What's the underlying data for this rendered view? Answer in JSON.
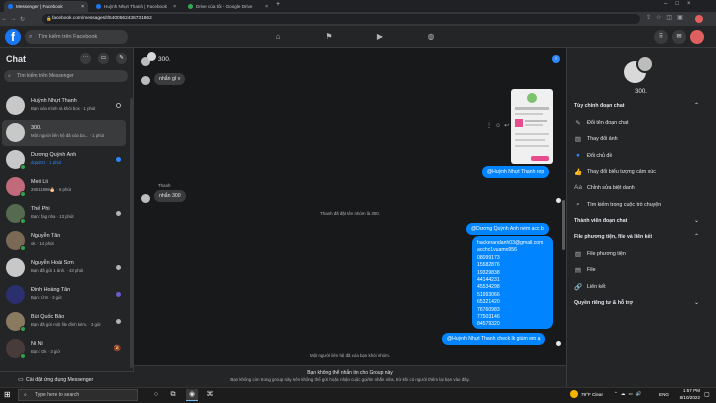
{
  "browser": {
    "tabs": [
      {
        "title": "Messenger | Facebook"
      },
      {
        "title": "Huỳnh Nhựt Thanh | Facebook"
      },
      {
        "title": "Drive của tôi - Google Drive"
      }
    ],
    "url": "facebook.com/messages/t/5400562436731862"
  },
  "fb": {
    "search_placeholder": "Tìm kiếm trên Facebook"
  },
  "sidebar": {
    "title": "Chat",
    "search_placeholder": "Tìm kiếm trên Messenger",
    "conversations": [
      {
        "name": "Huỳnh Nhựt Thanh",
        "preview": "Bạn xóa mình ra khỏi box · 1 phút"
      },
      {
        "name": "300.",
        "preview": "Một người liên hệ đã xóa ba... · 1 phút"
      },
      {
        "name": "Dương Quỳnh Anh",
        "preview": "dqa201 · 1 phút"
      },
      {
        "name": "Meii Lii",
        "preview": "29011998🎂 · 6 phút"
      },
      {
        "name": "Thế Phi",
        "preview": "Bạn: fag nha · 13 phút"
      },
      {
        "name": "Nguyễn Tân",
        "preview": "ok · 14 phút"
      },
      {
        "name": "Nguyễn Hoài Sơn",
        "preview": "Bạn đã gửi 1 ảnh. · 43 phút"
      },
      {
        "name": "Đinh Hoàng Tân",
        "preview": "Bạn: Ừm · 3 giờ"
      },
      {
        "name": "Bùi Quốc Bảo",
        "preview": "Bạn đã gửi một file đính kèm. · 3 giờ"
      },
      {
        "name": "Ni Ni",
        "preview": "Bạn: Ok · 3 giờ"
      }
    ],
    "install_label": "Cài đặt ứng dụng Messenger"
  },
  "chat": {
    "name": "300.",
    "messages": {
      "m1": "nhắn gì v",
      "m2": "@Huỳnh Nhựt Thanh rep",
      "sender_thanh": "Thanh",
      "m3": "nhắn 300",
      "sys_rename": "Thanh đã đặt tên nhóm là 300.",
      "m4": "@Dương Quỳnh Anh ném acc b",
      "list": [
        "hackerandanh03@gmail.com",
        "acchc1vuamo956",
        "08099173",
        "15582876",
        "19329838",
        "44144231",
        "45534298",
        "51993066",
        "65321420",
        "76760983",
        "77503146",
        "84579320"
      ],
      "m5": "@Huỳnh Nhựt Thanh check lk giùm em ạ",
      "sys_removed": "Một người liên hệ đã xóa bạn khỏi nhóm."
    },
    "notice_title": "Bạn không thể nhắn tin cho Group này",
    "notice_body": "Bạn không còn trong group này nên không thể gửi hoặc nhận cuộc gọi/tin nhắn nữa, trừ khi có người thêm lại bạn vào đây."
  },
  "panel": {
    "name": "300.",
    "section_customize": "Tùy chỉnh đoạn chat",
    "customize": [
      {
        "label": "Đổi tên đoạn chat",
        "icon": "pencil-icon"
      },
      {
        "label": "Thay đổi ảnh",
        "icon": "image-icon"
      },
      {
        "label": "Đổi chủ đề",
        "icon": "theme-icon"
      },
      {
        "label": "Thay đổi biểu tượng cảm xúc",
        "icon": "thumbs-up-icon"
      },
      {
        "label": "Chỉnh sửa biệt danh",
        "icon": "nickname-icon"
      },
      {
        "label": "Tìm kiếm trong cuộc trò chuyện",
        "icon": "search-icon"
      }
    ],
    "section_members": "Thành viên đoạn chat",
    "section_media": "File phương tiện, file và liên kết",
    "media": [
      {
        "label": "File phương tiện",
        "icon": "media-icon"
      },
      {
        "label": "File",
        "icon": "file-icon"
      },
      {
        "label": "Liên kết",
        "icon": "link-icon"
      }
    ],
    "section_privacy": "Quyền riêng tư & hỗ trợ"
  },
  "taskbar": {
    "search_placeholder": "Type here to search",
    "weather": "79°F Clear",
    "lang": "ENG",
    "time": "1:57 PM",
    "date": "8/10/2022"
  },
  "colors": {
    "accent": "#0084ff",
    "fb_blue": "#1877f2",
    "bg": "#18191a"
  }
}
